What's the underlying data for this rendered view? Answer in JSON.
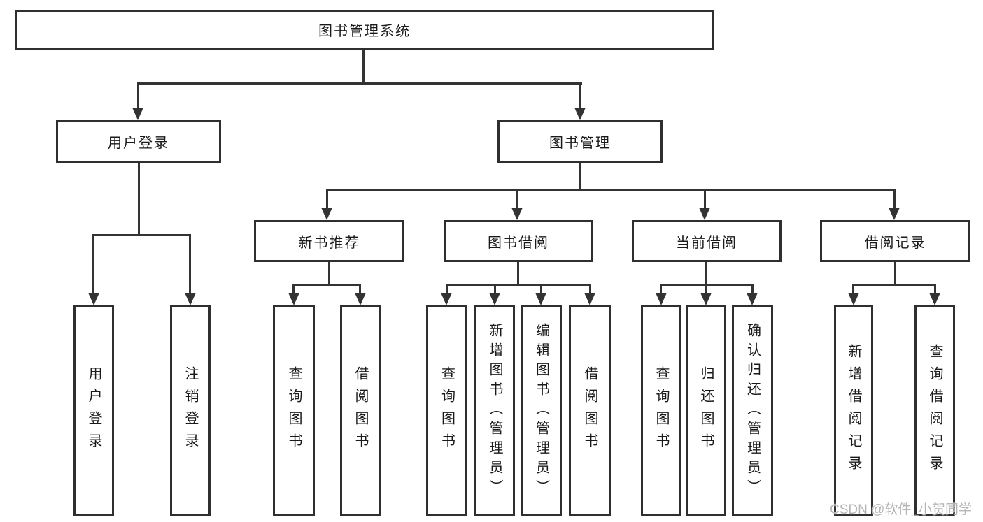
{
  "diagram_title": "图书管理系统",
  "nodes": {
    "root": "图书管理系统",
    "user_login": "用户登录",
    "book_mgmt": "图书管理",
    "new_book_rec": "新书推荐",
    "book_borrow": "图书借阅",
    "current_borrow": "当前借阅",
    "borrow_records": "借阅记录",
    "ul_user_login": "用户登录",
    "ul_logout": "注销登录",
    "nb_query_book": "查询图书",
    "nb_borrow_book": "借阅图书",
    "bb_query_book": "查询图书",
    "bb_add_book": "新增图书（管理员）",
    "bb_edit_book": "编辑图书（管理员）",
    "bb_borrow_book": "借阅图书",
    "cb_query_book": "查询图书",
    "cb_return_book": "归还图书",
    "cb_confirm_return": "确认归还（管理员）",
    "br_add_record": "新增借阅记录",
    "br_query_record": "查询借阅记录"
  },
  "watermark": "CSDN @软件_小贺同学",
  "colors": {
    "line": "#333333",
    "box_border": "#2f2f2f",
    "text": "#1a1a1a",
    "background": "#ffffff",
    "watermark": "#b5b5b5"
  }
}
